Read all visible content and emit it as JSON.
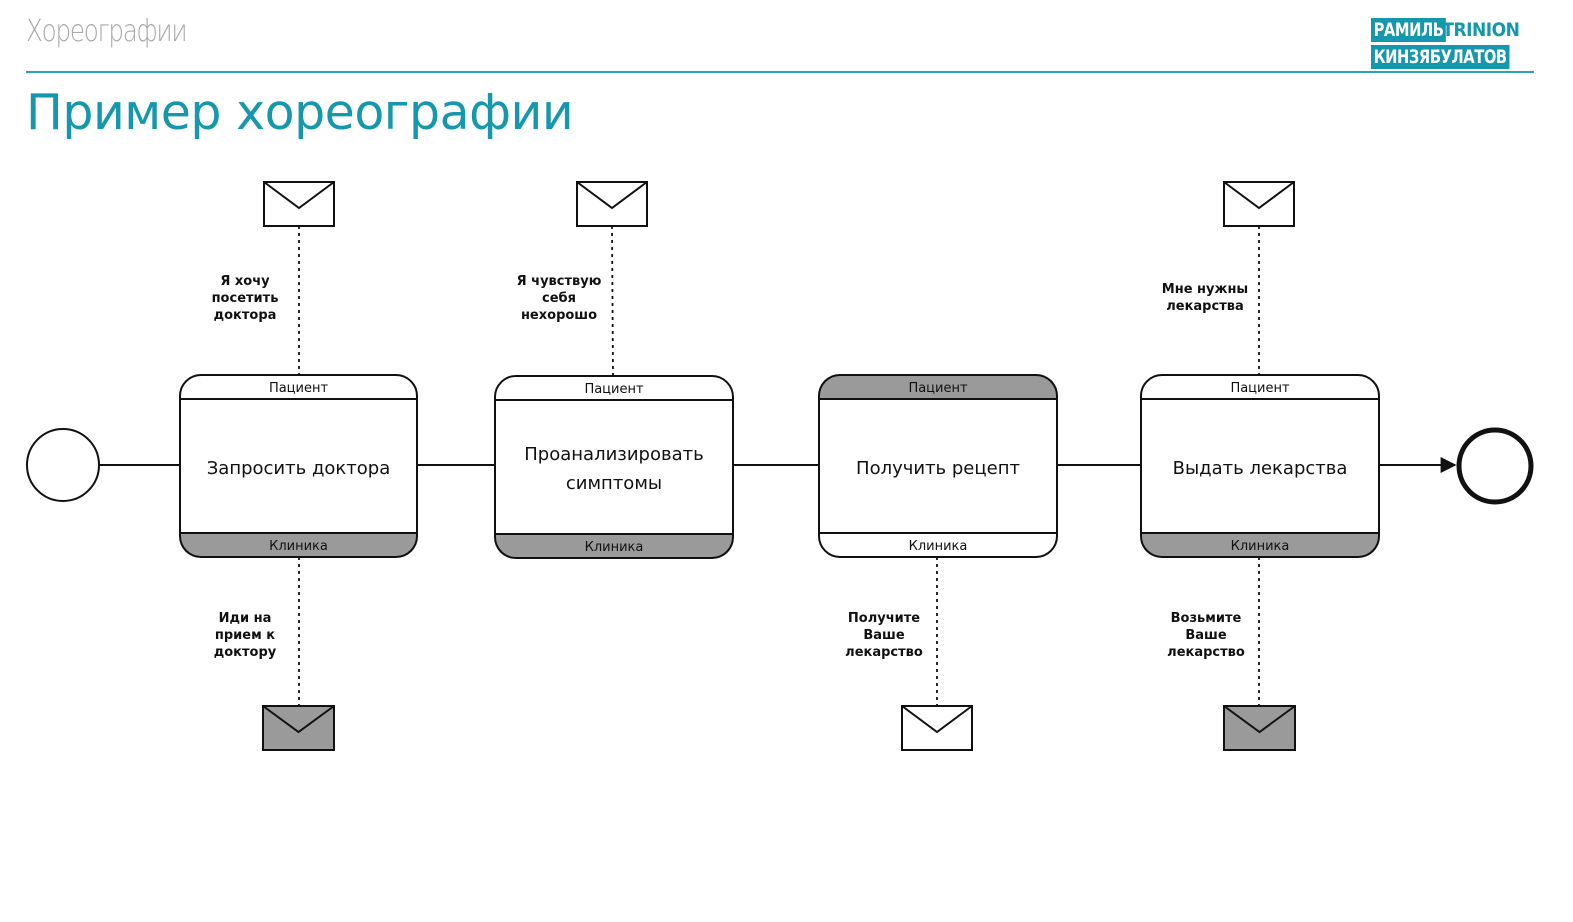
{
  "header": {
    "section": "Хореографии",
    "title": "Пример хореографии",
    "logo": {
      "line1a": "РАМИЛЬ",
      "line1b": "TRINION",
      "line2": "КИНЗЯБУЛАТОВ"
    }
  },
  "colors": {
    "accent": "#1597ad",
    "band_filled": "#9a9a9a",
    "stroke": "#111111"
  },
  "tasks": [
    {
      "name": "Запросить доктора",
      "top": "Пациент",
      "bottom": "Клиника",
      "top_filled": false,
      "bottom_filled": true
    },
    {
      "name_lines": [
        "Проанализировать",
        "симптомы"
      ],
      "top": "Пациент",
      "bottom": "Клиника",
      "top_filled": false,
      "bottom_filled": true
    },
    {
      "name": "Получить рецепт",
      "top": "Пациент",
      "bottom": "Клиника",
      "top_filled": true,
      "bottom_filled": false
    },
    {
      "name": "Выдать лекарства",
      "top": "Пациент",
      "bottom": "Клиника",
      "top_filled": false,
      "bottom_filled": true
    }
  ],
  "messages": {
    "top": [
      {
        "lines": [
          "Я хочу",
          "посетить",
          "доктора"
        ],
        "filled": false
      },
      {
        "lines": [
          "Я чувствую",
          "себя",
          "нехорошо"
        ],
        "filled": false
      },
      {
        "lines": [
          "Мне нужны",
          "лекарства"
        ],
        "filled": false
      }
    ],
    "bottom": [
      {
        "lines": [
          "Иди на",
          "прием к",
          "доктору"
        ],
        "filled": true
      },
      {
        "lines": [
          "Получите",
          "Ваше",
          "лекарство"
        ],
        "filled": false
      },
      {
        "lines": [
          "Возьмите",
          "Ваше",
          "лекарство"
        ],
        "filled": true
      }
    ]
  }
}
